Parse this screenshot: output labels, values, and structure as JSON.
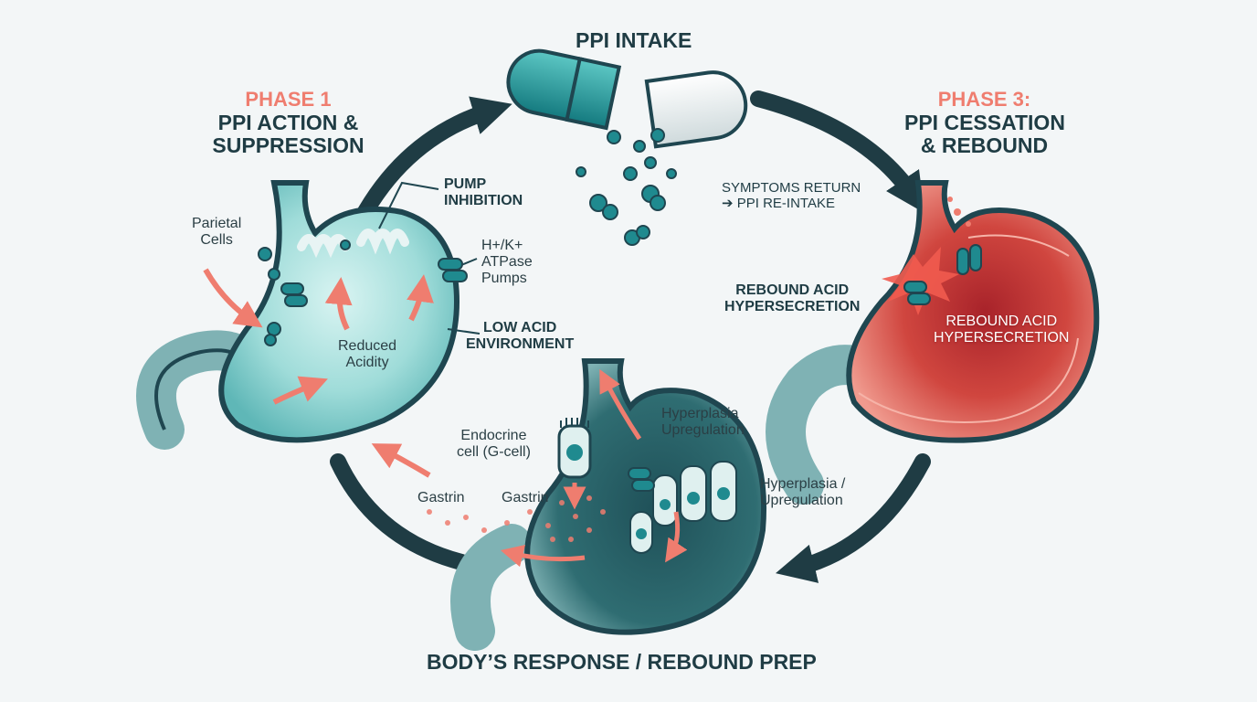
{
  "title_top": "PPI INTAKE",
  "title_bottom": "BODY’S RESPONSE / REBOUND PREP",
  "phase1": {
    "number": "PHASE 1",
    "line1": "PPI ACTION &",
    "line2": "SUPPRESSION",
    "parietal_cells": [
      "Parietal",
      "Cells"
    ],
    "pump_inhibition": [
      "PUMP",
      "INHIBITION"
    ],
    "pumps": [
      "H+/K+",
      "ATPase",
      "Pumps"
    ],
    "reduced_acidity": [
      "Reduced",
      "Acidity"
    ],
    "low_acid": [
      "LOW ACID",
      "ENVIRONMENT"
    ]
  },
  "phase3": {
    "number": "PHASE 3:",
    "line1": "PPI CESSATION",
    "line2": "& REBOUND",
    "symptoms": [
      "SYMPTOMS RETURN",
      "➔ PPI RE-INTAKE"
    ],
    "rebound_outer": [
      "REBOUND ACID",
      "HYPERSECRETION"
    ],
    "rebound_inner": [
      "REBOUND ACID",
      "HYPERSECRETION"
    ]
  },
  "phase2": {
    "endocrine": [
      "Endocrine",
      "cell (G-cell)"
    ],
    "gastrin_left": "Gastrin",
    "gastrin_right": "Gastrin",
    "hyperplasia_inner": [
      "Hyperplasia",
      "Upregulation"
    ],
    "hyperplasia_outer": [
      "Hyperplasia /",
      "Upregulation"
    ]
  },
  "colors": {
    "teal": "#1f8a8f",
    "teal_dark": "#1f4650",
    "coral": "#ef7d6f",
    "red_stomach": "#e86b63",
    "cycle_arrow": "#1f3c44"
  }
}
